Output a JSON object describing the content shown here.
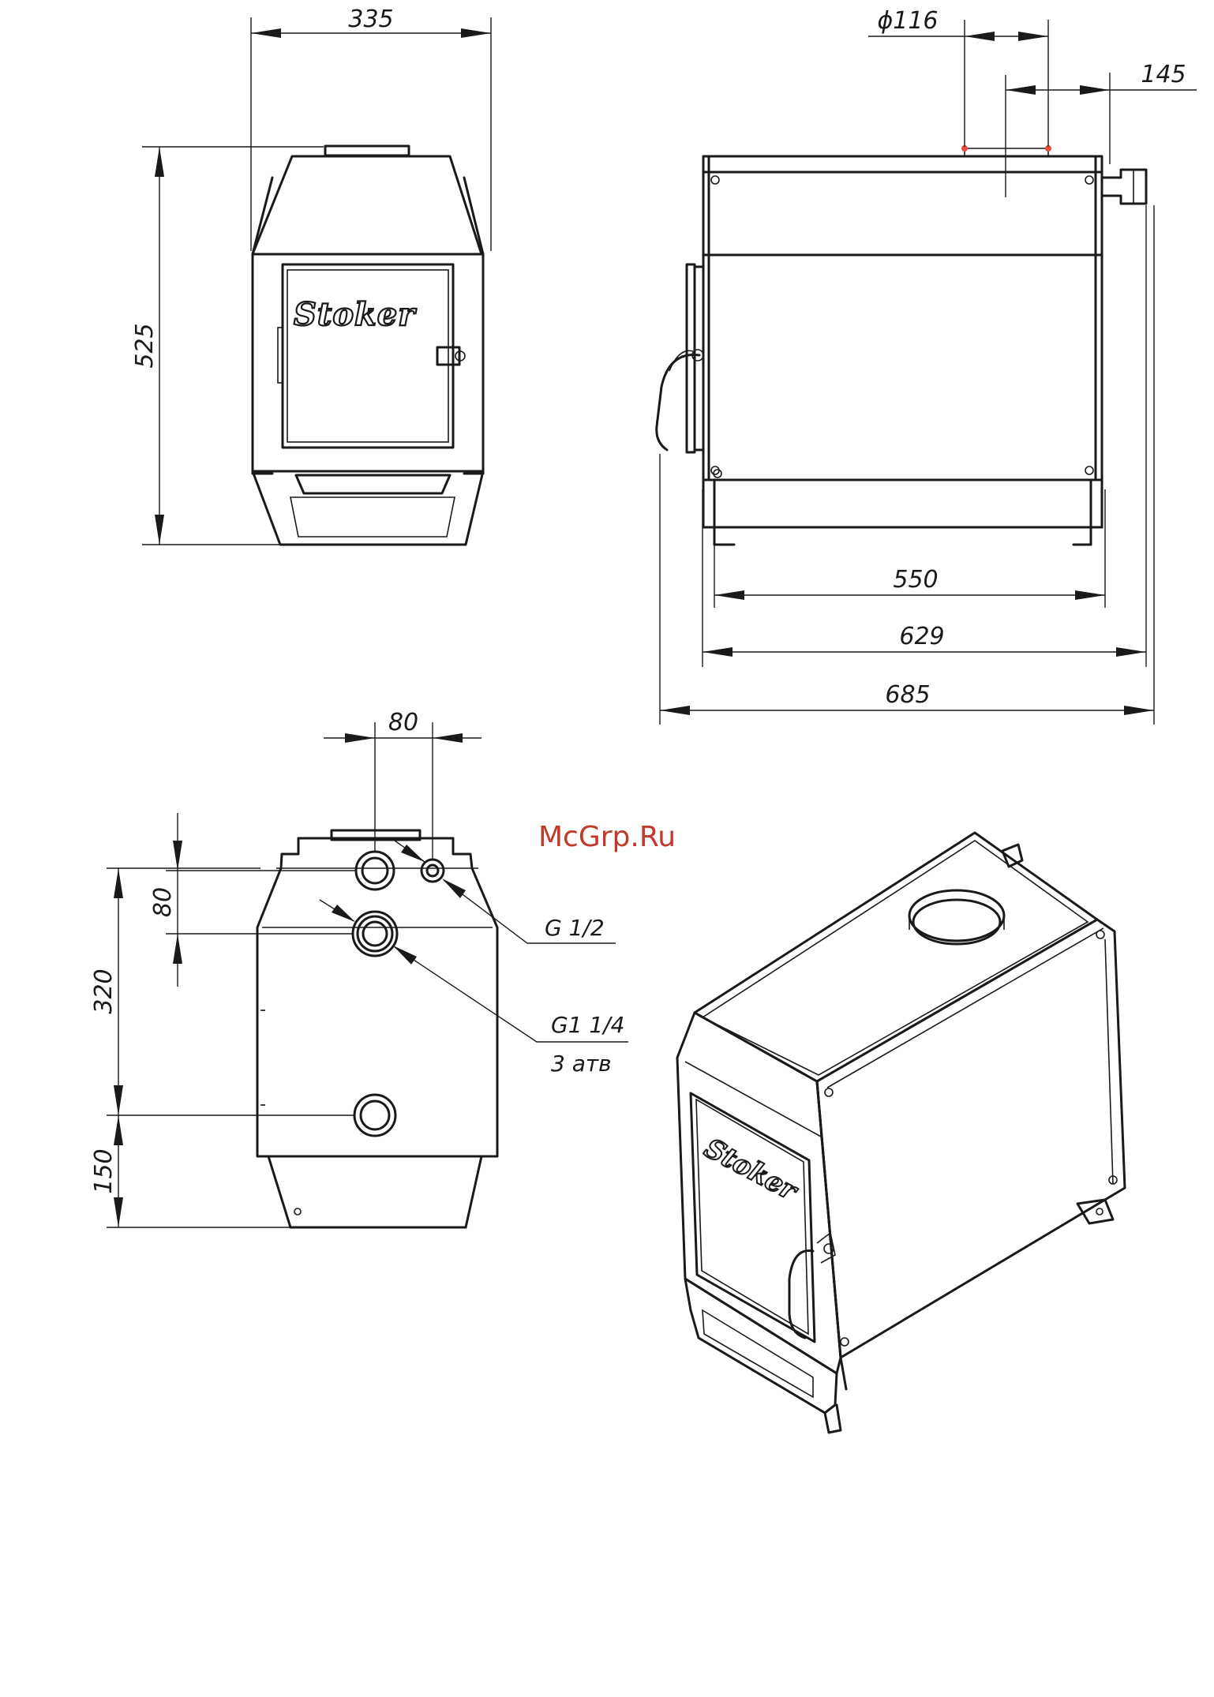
{
  "watermark": "McGrp.Ru",
  "front_view": {
    "logo": "Stoker",
    "dim_width": "335",
    "dim_height": "525"
  },
  "side_view": {
    "dim_flue_diameter": "ϕ116",
    "dim_flue_offset": "145",
    "dim_body_length": "550",
    "dim_base_length": "629",
    "dim_overall_length": "685"
  },
  "rear_view": {
    "dim_pipe_spacing_h": "80",
    "dim_pipe_spacing_v": "80",
    "dim_height_upper": "320",
    "dim_height_lower": "150",
    "callout_small_pipe": "G 1/2",
    "callout_large_pipe": "G1 1/4",
    "callout_pressure": "3 атв"
  },
  "iso_view": {
    "logo": "Stoker"
  }
}
